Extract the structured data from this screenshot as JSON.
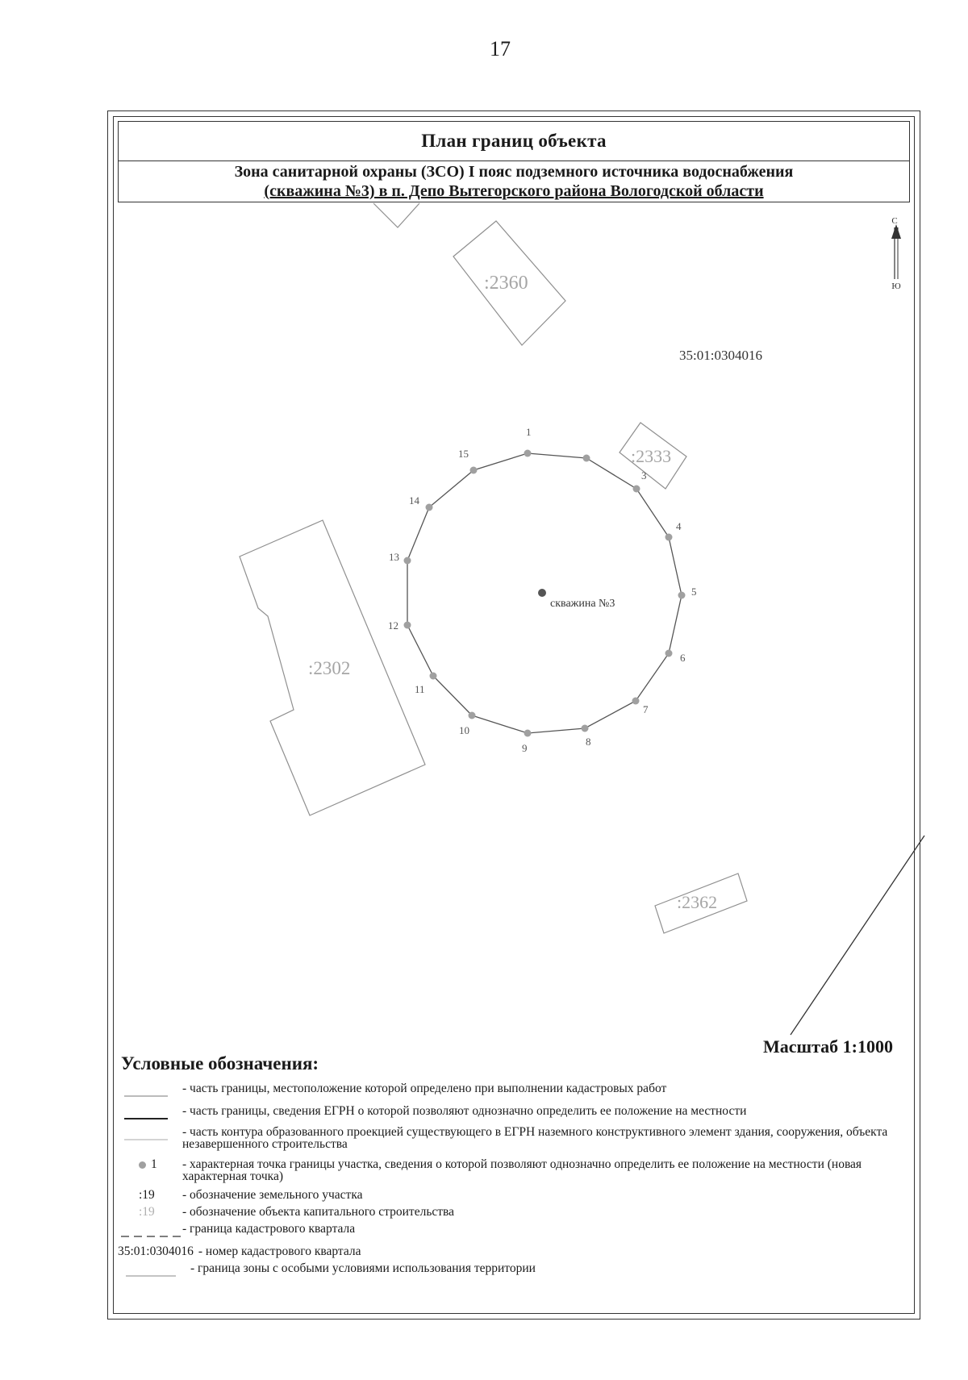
{
  "page": {
    "number": "17"
  },
  "header": {
    "title": "План границ объекта",
    "subtitle_line1": "Зона санитарной охраны (ЗСО) I пояс подземного источника водоснабжения",
    "subtitle_line2": "(скважина №3) в п. Депо Вытегорского района Вологодской области"
  },
  "map": {
    "north_arrow": {
      "north": "С",
      "south": "Ю"
    },
    "quarter_label": "35:01:0304016",
    "parcels": [
      ":2360",
      ":2333",
      ":2302",
      ":2362"
    ],
    "well_label": "скважина №3",
    "point_labels": [
      "1",
      "3",
      "4",
      "5",
      "6",
      "7",
      "8",
      "9",
      "10",
      "11",
      "12",
      "13",
      "14",
      "15"
    ],
    "scale": "Масштаб 1:1000"
  },
  "legend": {
    "title": "Условные обозначения:",
    "items": [
      {
        "symbol": "line-solid-thin",
        "text": "- часть границы, местоположение которой определено при выполнении кадастровых работ"
      },
      {
        "symbol": "line-solid-thick",
        "text": "- часть границы, сведения ЕГРН о которой позволяют однозначно определить ее положение на местности"
      },
      {
        "symbol": "line-solid-light",
        "text": "- часть контура образованного проекцией существующего в ЕГРН наземного конструктивного элемент здания, сооружения, объекта незавершенного строительства"
      },
      {
        "symbol": "point",
        "symbol_label": "1",
        "text": "- характерная точка границы участка, сведения о которой позволяют однозначно определить ее положение на местности (новая характерная точка)"
      },
      {
        "symbol": "parcel-label",
        "symbol_label": ":19",
        "text": "- обозначение земельного участка"
      },
      {
        "symbol": "building-label",
        "symbol_label": ":19",
        "text": "- обозначение объекта капитального строительства"
      },
      {
        "symbol": "line-dashed",
        "text": "- граница кадастрового квартала"
      },
      {
        "symbol": "quarter-number",
        "symbol_label": "35:01:0304016",
        "text": "- номер кадастрового квартала"
      },
      {
        "symbol": "line-zone",
        "text": "- граница зоны с особыми условиями использования территории"
      }
    ]
  },
  "colors": {
    "ink": "#1a1a1a",
    "point": "#9a9a9a",
    "faint": "#9c9c9c"
  }
}
